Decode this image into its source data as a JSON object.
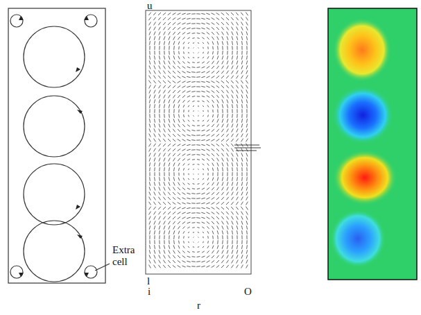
{
  "diagram": {
    "labels": [
      "Extra cell",
      "u",
      "l",
      "i",
      "O",
      "r"
    ]
  }
}
